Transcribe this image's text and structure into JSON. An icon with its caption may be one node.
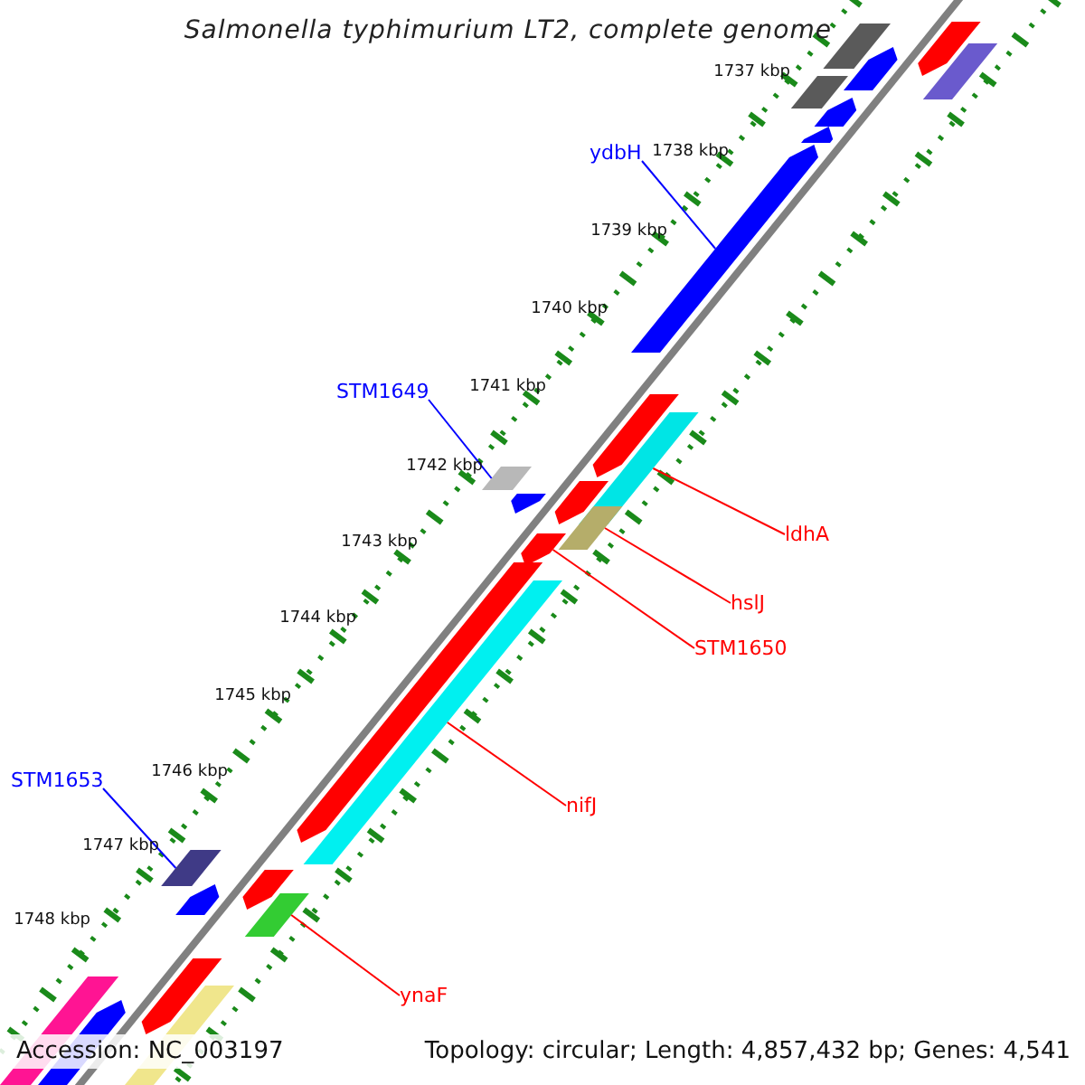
{
  "diagram": {
    "title": "Salmonella typhimurium LT2, complete genome",
    "nodes": [
      {
        "text": [
          "ydbH"
        ]
      },
      {
        "text": [
          "STM1649"
        ]
      },
      {
        "text": [
          "STM1653"
        ]
      },
      {
        "text": [
          "ldhA"
        ]
      },
      {
        "text": [
          "hslJ"
        ]
      },
      {
        "text": [
          "STM1650"
        ]
      },
      {
        "text": [
          "nifJ"
        ]
      },
      {
        "text": [
          "ynaF"
        ]
      },
      {
        "text": [],
        "shape": "bar"
      },
      {
        "text": [],
        "shape": "bar"
      },
      {
        "text": [],
        "shape": "bar"
      },
      {
        "text": [],
        "shape": "bar"
      },
      {
        "text": [],
        "shape": "bar"
      },
      {
        "text": [],
        "shape": "bar"
      },
      {
        "text": [],
        "shape": "bar"
      },
      {
        "text": [],
        "shape": "bar"
      }
    ],
    "edges": [
      {
        "from": 0,
        "to": 8,
        "arrow": "none",
        "color": "#0000ff"
      },
      {
        "from": 1,
        "to": 9,
        "arrow": "none",
        "color": "#0000ff"
      },
      {
        "from": 2,
        "to": 10,
        "arrow": "none",
        "color": "#0000ff"
      },
      {
        "from": 3,
        "to": 11,
        "arrow": "none"
      },
      {
        "from": 4,
        "to": 12,
        "arrow": "none"
      },
      {
        "from": 5,
        "to": 13,
        "arrow": "none"
      },
      {
        "from": 6,
        "to": 14,
        "arrow": "none"
      },
      {
        "from": 7,
        "to": 15,
        "arrow": "none"
      }
    ],
    "labels": [
      "1737 kbp",
      "1738 kbp",
      "1739 kbp",
      "1740 kbp",
      "1741 kbp",
      "1742 kbp",
      "1743 kbp",
      "1744 kbp",
      "1745 kbp",
      "1746 kbp",
      "1747 kbp",
      "1748 kbp",
      "Accession: NC_003197",
      "Topology: circular; Length: 4,857,432 bp; Genes: 4,541"
    ]
  }
}
